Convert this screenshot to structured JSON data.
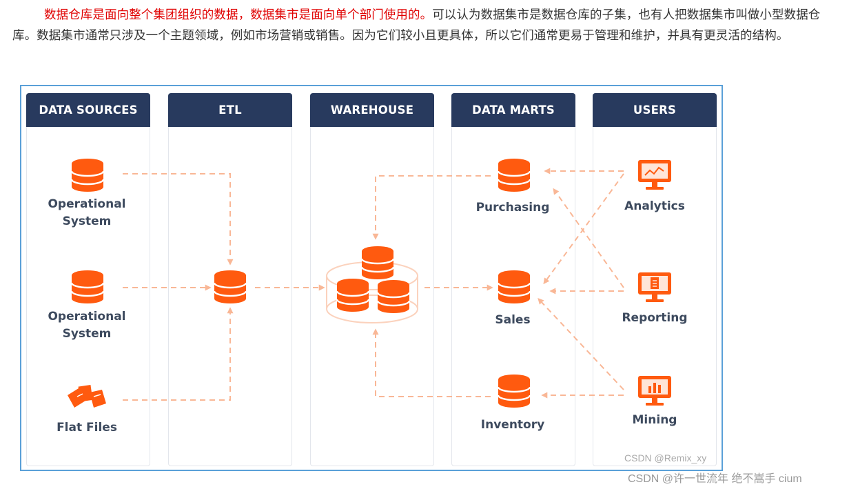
{
  "paragraph": {
    "highlight": "数据仓库是面向整个集团组织的数据，数据集市是面向单个部门使用的。",
    "rest": "可以认为数据集市是数据仓库的子集，也有人把数据集市叫做小型数据仓库。数据集市通常只涉及一个主题领域，例如市场营销或销售。因为它们较小且更具体，所以它们通常更易于管理和维护，并具有更灵活的结构。"
  },
  "columns": [
    "DATA SOURCES",
    "ETL",
    "WAREHOUSE",
    "DATA MARTS",
    "USERS"
  ],
  "sources": {
    "operational_1": "Operational\nSystem",
    "operational_2": "Operational\nSystem",
    "flat_files": "Flat Files"
  },
  "marts": {
    "purchasing": "Purchasing",
    "sales": "Sales",
    "inventory": "Inventory"
  },
  "users": {
    "analytics": "Analytics",
    "reporting": "Reporting",
    "mining": "Mining"
  },
  "watermark_inner": "CSDN @Remix_xy",
  "watermark_outer": "CSDN @许一世流年 绝不嵩手 cium",
  "colors": {
    "accent": "#ff5a0f",
    "arrow": "#f9b796",
    "header": "#283a5e",
    "frame": "#5aa0d8",
    "highlight": "#e00000"
  },
  "icons": [
    "database-icon",
    "files-icon",
    "monitor-chart-icon",
    "monitor-report-icon",
    "monitor-bars-icon"
  ]
}
